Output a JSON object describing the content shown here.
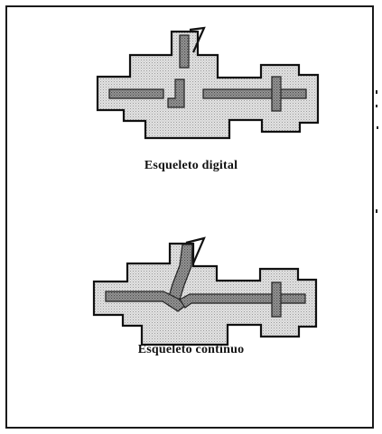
{
  "figure": {
    "panels": [
      {
        "id": "digital",
        "caption": "Esqueleto digital"
      },
      {
        "id": "continuous",
        "caption": "Esqueleto continuo"
      }
    ],
    "colors": {
      "region_fill": "#dcdcdc",
      "region_outline": "#111111",
      "skeleton_fill": "#8a8a8a",
      "frame": "#1a1a1a"
    }
  }
}
